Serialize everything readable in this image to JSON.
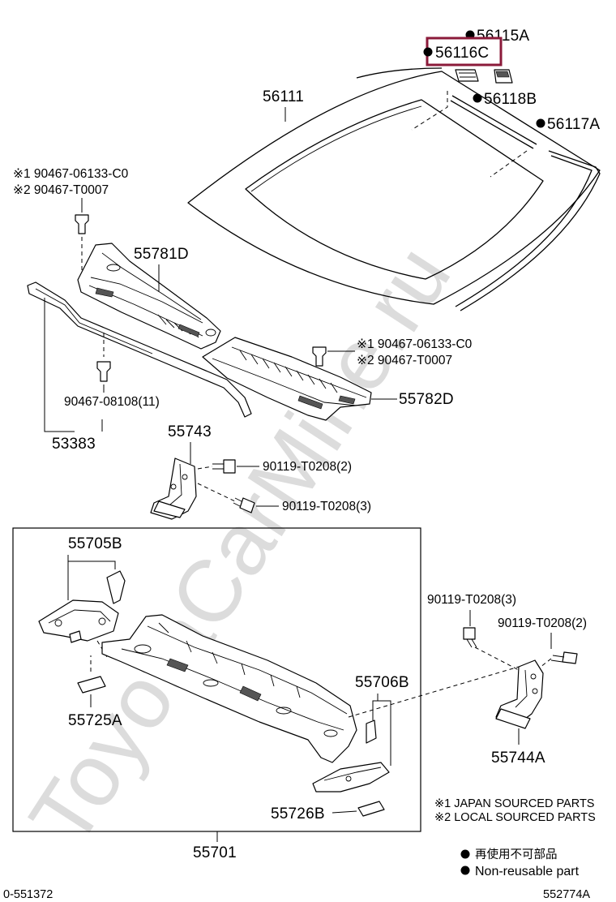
{
  "watermark": "ToyotaCarMine.ru",
  "highlight_color": "#8b1a3a",
  "parts": {
    "p56115A": "56115A",
    "p56116C": "56116C",
    "p56118B": "56118B",
    "p56117A": "56117A",
    "p56111": "56111",
    "p55781D": "55781D",
    "p53383": "53383",
    "p55782D": "55782D",
    "p55743": "55743",
    "p55705B": "55705B",
    "p55725A": "55725A",
    "p55706B": "55706B",
    "p55726B": "55726B",
    "p55701": "55701",
    "p55744A": "55744A"
  },
  "clips": {
    "left_line1": "※1 90467-06133-C0",
    "left_line2": "※2 90467-T0007",
    "right_line1": "※1 90467-06133-C0",
    "right_line2": "※2 90467-T0007",
    "cowl_clip": "90467-08108(11)"
  },
  "bolts": {
    "b1": "90119-T0208(2)",
    "b2": "90119-T0208(3)",
    "b3": "90119-T0208(3)",
    "b4": "90119-T0208(2)"
  },
  "legend": {
    "japan": "※1 JAPAN SOURCED PARTS",
    "local": "※2 LOCAL SOURCED PARTS",
    "jp_nonreuse": "再使用不可部品",
    "nonreuse": "Non-reusable part"
  },
  "footer": {
    "left": "0-551372",
    "right": "552774A"
  }
}
